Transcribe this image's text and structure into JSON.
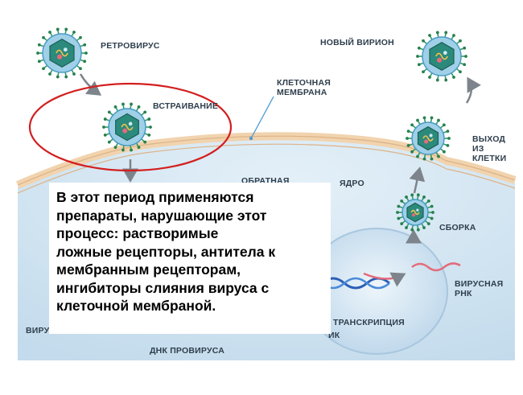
{
  "diagram": {
    "labels": {
      "retrovirus": "РЕТРОВИРУС",
      "new_virion": "НОВЫЙ ВИРИОН",
      "cell_membrane": "КЛЕТОЧНАЯ\nМЕМБРАНА",
      "integration": "ВСТРАИВАНИЕ",
      "cell_exit": "ВЫХОД\nИЗ\nКЛЕТКИ",
      "reverse_partial": "ОБРАТНАЯ",
      "nucleus": "ЯДРО",
      "assembly": "СБОРКА",
      "viral_rna": "ВИРУСНАЯ\nРНК",
      "viral_rna_left": "ВИРУСНАЯ РНК",
      "transcription": "ТРАНСКРИПЦИЯ",
      "ik_partial": "ИК",
      "provirus_dna": "ДНК ПРОВИРУСА"
    },
    "colors": {
      "cytoplasm": "#cfe3f1",
      "membrane": "#f2d7b6",
      "virus_core": "#2b8a7b",
      "virus_spikes": "#2f9a63",
      "highlight_ring": "#d31f1f",
      "arrows": "#8a8f94",
      "rna": "#e46b7a"
    }
  },
  "callout": {
    "text": "В этот период применяются\nпрепараты, нарушающие этот\nпроцесс: растворимые\nложные рецепторы, антитела к\nмембранным рецепторам,\nингибиторы слияния вируса с\nклеточной мембраной."
  }
}
